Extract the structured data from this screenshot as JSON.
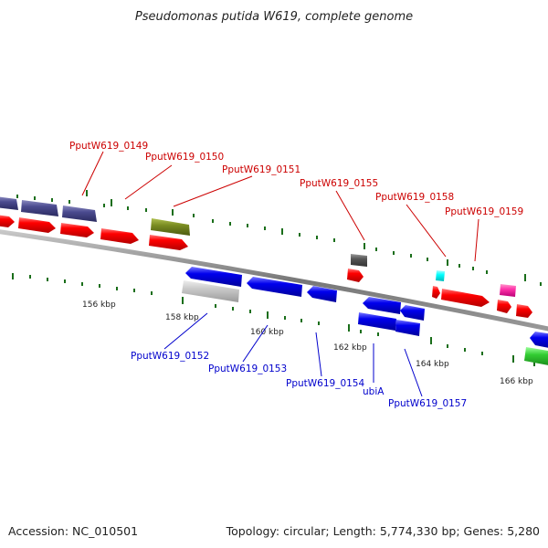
{
  "title": "Pseudomonas putida W619, complete genome",
  "footer": {
    "accession": "Accession: NC_010501",
    "summary": "Topology: circular; Length: 5,774,330 bp; Genes: 5,280"
  },
  "colors": {
    "forward_label": "#cc0000",
    "reverse_label": "#0000cc",
    "tick_major": "#1a6e1a",
    "tick_minor": "#1a6e1a",
    "backbone": "#888888",
    "forward_cds": "#ff0000",
    "reverse_cds": "#0000ee",
    "purple": "#4b4b8f",
    "olive": "#7a8c22",
    "gray_dark": "#555555",
    "gray_light": "#c8c8c8",
    "cyan": "#00ffff",
    "magenta": "#ff33aa",
    "green": "#33cc33"
  },
  "scale_labels": [
    "156 kbp",
    "158 kbp",
    "160 kbp",
    "162 kbp",
    "164 kbp",
    "166 kbp"
  ],
  "forward_labels": [
    "PputW619_0149",
    "PputW619_0150",
    "PputW619_0151",
    "PputW619_0155",
    "PputW619_0158",
    "PputW619_0159"
  ],
  "reverse_labels": [
    "PputW619_0152",
    "PputW619_0153",
    "PputW619_0154",
    "ubiA",
    "PputW619_0157"
  ]
}
